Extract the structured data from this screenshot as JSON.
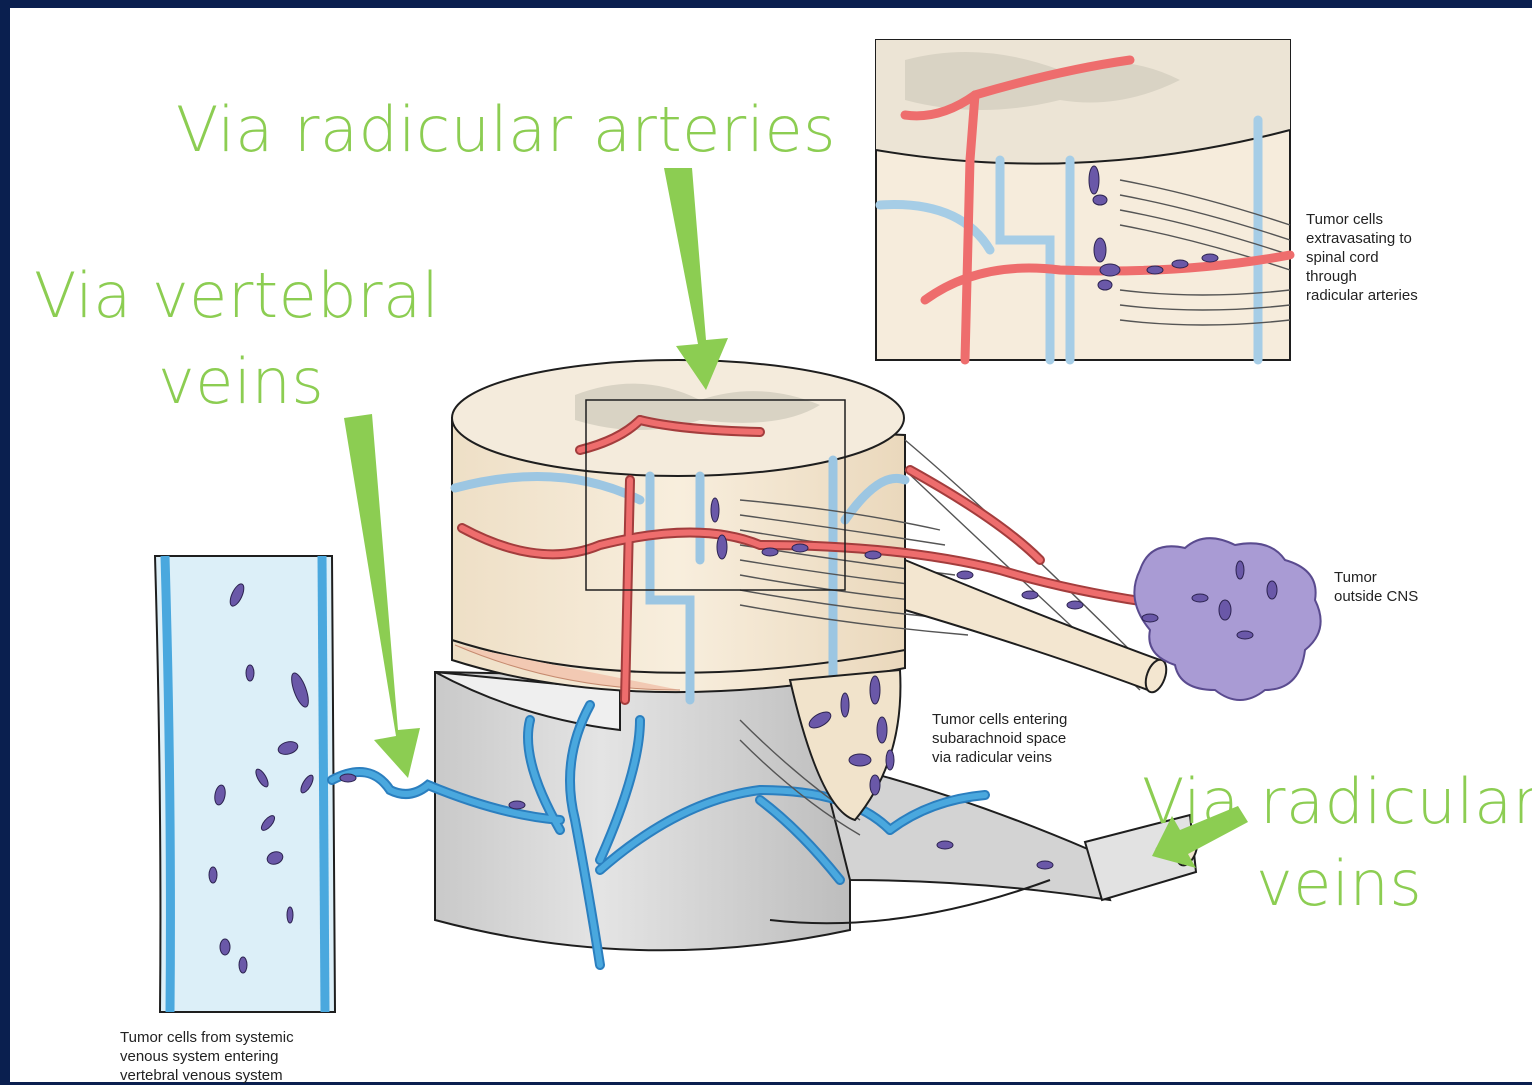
{
  "colors": {
    "frame": "#0a1f4f",
    "slide_bg": "#ffffff",
    "label_green": "#8ccd52",
    "artery": "#ee6d6d",
    "vein": "#4aa8de",
    "tumor": "#6a58a8",
    "cord_tissue": "#f6e9d5",
    "dura": "#d6d6d6"
  },
  "callouts": {
    "radicular_arteries": "Via radicular arteries",
    "vertebral_veins_line1": "Via vertebral",
    "vertebral_veins_line2": "veins",
    "radicular_veins_line1": "Via radicular",
    "radicular_veins_line2": "veins"
  },
  "captions": {
    "inset": [
      "Tumor cells",
      "extravasating to",
      "spinal cord",
      "through",
      "radicular arteries"
    ],
    "outside": [
      "Tumor",
      "outside CNS"
    ],
    "subarachnoid": [
      "Tumor cells entering",
      "subarachnoid space",
      "via radicular veins"
    ],
    "systemic": [
      "Tumor cells from systemic",
      "venous system entering",
      "vertebral venous system"
    ]
  }
}
